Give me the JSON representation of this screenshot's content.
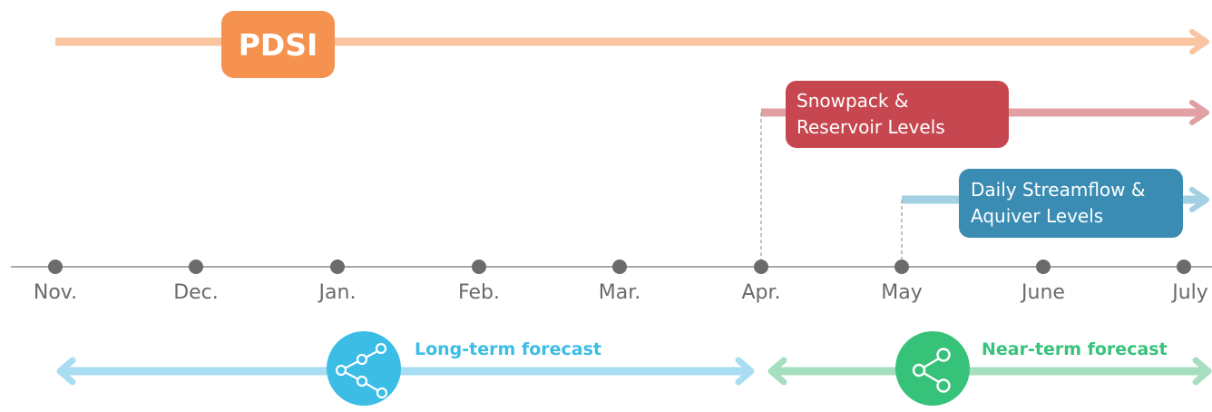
{
  "pdsi": {
    "label": "PDSI",
    "color": "#f5924f",
    "line_color": "#f9c5a1"
  },
  "snowpack": {
    "line1": "Snowpack &",
    "line2": "Reservoir Levels",
    "color": "#c6474f",
    "line_color": "#e0a0a4"
  },
  "streamflow": {
    "line1": "Daily Streamflow &",
    "line2": "Aquiver Levels",
    "color": "#3b8cb3",
    "line_color": "#a3d0e2"
  },
  "timeline": {
    "months": [
      "Nov.",
      "Dec.",
      "Jan.",
      "Feb.",
      "Mar.",
      "Apr.",
      "May",
      "June",
      "July"
    ],
    "axis_color": "#8c8c8c",
    "dot_color": "#6b6b6b"
  },
  "forecasts": {
    "long_term": {
      "label": "Long-term forecast",
      "color": "#3bbde6",
      "arrow_color": "#a9ddf3",
      "icon": "network-nodes-icon"
    },
    "near_term": {
      "label": "Near-term forecast",
      "color": "#37c27a",
      "arrow_color": "#a6dfbf",
      "icon": "network-nodes-icon"
    }
  }
}
